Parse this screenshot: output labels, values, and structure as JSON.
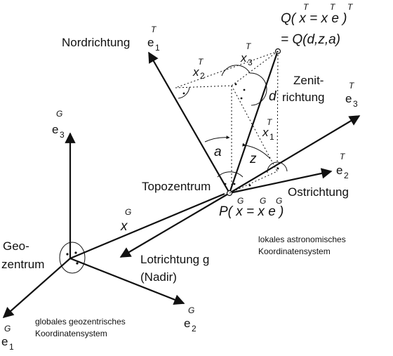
{
  "labels": {
    "q_line1": "Q( x = x  e )",
    "q_line2": "= Q(d,z,a)",
    "nordrichtung": "Nordrichtung",
    "zenit1": "Zenit-",
    "zenit2": "richtung",
    "topozentrum": "Topozentrum",
    "ostrichtung": "Ostrichtung",
    "p_expr": "P( x = x  e )",
    "lokales1": "lokales astronomisches",
    "lokales2": "Koordinatensystem",
    "geo1": "Geo-",
    "geo2": "zentrum",
    "lotrichtung": "Lotrichtung g",
    "nadir": "(Nadir)",
    "globales1": "globales geozentrisches",
    "globales2": "Koordinatensystem"
  },
  "vectors": {
    "e1_T": "e",
    "e1_T_sub": "1",
    "e2_T": "e",
    "e2_T_sub": "2",
    "e3_T": "e",
    "e3_T_sub": "3",
    "e1_G": "e",
    "e1_G_sub": "1",
    "e2_G": "e",
    "e2_G_sub": "2",
    "e3_G": "e",
    "e3_G_sub": "3",
    "x_G": "x",
    "x1_T": "x",
    "x1_T_sub": "1",
    "x2_T": "x",
    "x2_T_sub": "2",
    "x3_T": "x",
    "x3_T_sub": "3",
    "sup_T": "T",
    "sup_G": "G"
  },
  "angles": {
    "a": "a",
    "z": "z",
    "d": "d"
  }
}
